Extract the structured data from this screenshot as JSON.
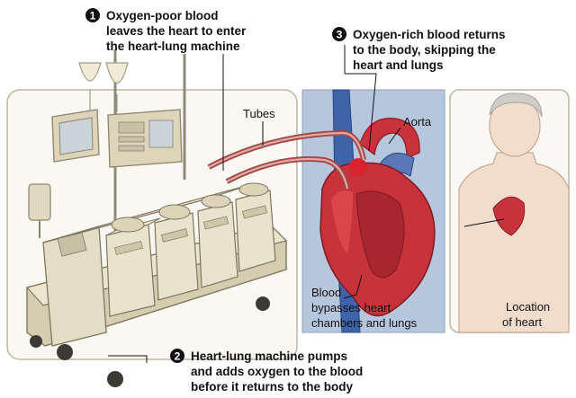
{
  "callouts": [
    {
      "number": "1",
      "lines": [
        "Oxygen-poor blood",
        "leaves the heart to enter",
        "the heart-lung machine"
      ]
    },
    {
      "number": "2",
      "lines": [
        "Heart-lung machine pumps",
        "and adds oxygen to the blood",
        "before it returns to the body"
      ]
    },
    {
      "number": "3",
      "lines": [
        "Oxygen-rich blood returns",
        "to the body, skipping the",
        "heart and lungs"
      ]
    }
  ],
  "labels": {
    "tubes": "Tubes",
    "aorta": "Aorta",
    "blood_lines": [
      "Blood",
      "bypasses heart",
      "chambers and lungs"
    ],
    "location_lines": [
      "Location",
      "of heart"
    ]
  },
  "colors": {
    "machine_body": "#e4dcc4",
    "machine_shadow": "#c9bf9f",
    "heart_red": "#c8323a",
    "heart_dark": "#8e1c24",
    "vein_blue": "#3e63a8",
    "panel_blue": "#b6c6dc",
    "skin": "#f2dccb",
    "tube_red": "#b9524f"
  }
}
